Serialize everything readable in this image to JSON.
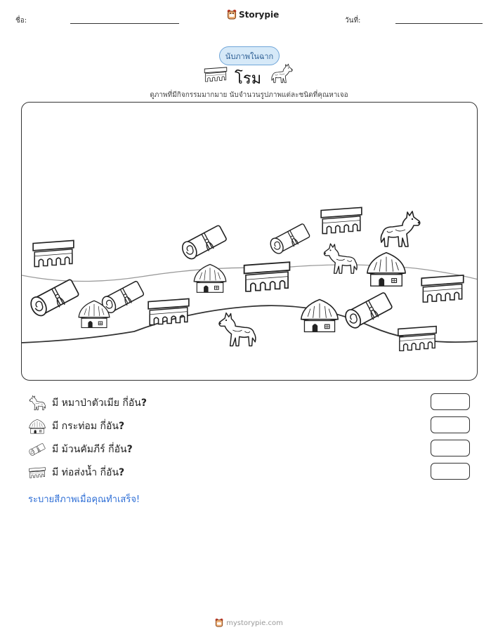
{
  "header": {
    "name_label": "ชื่อ:",
    "date_label": "วันที่:",
    "brand": "Storypie"
  },
  "worksheet": {
    "badge": "นับภาพในฉาก",
    "title": "โรม",
    "instruction": "ดูภาพที่มีกิจกรรมมากมาย นับจำนวนรูปภาพแต่ละชนิดที่คุณหาเจอ"
  },
  "questions": [
    {
      "icon": "wolf-icon",
      "text": "มี หมาป่าตัวเมีย กี่อัน",
      "mark": "?"
    },
    {
      "icon": "hut-icon",
      "text": "มี กระท่อม กี่อัน",
      "mark": "?"
    },
    {
      "icon": "scroll-icon",
      "text": "มี ม้วนคัมภีร์ กี่อัน",
      "mark": "?"
    },
    {
      "icon": "aqueduct-icon",
      "text": "มี ท่อส่งน้ำ กี่อัน",
      "mark": "?"
    }
  ],
  "color_note": "ระบายสีภาพเมื่อคุณทำเสร็จ!",
  "footer": {
    "site": "mystorypie.com"
  }
}
